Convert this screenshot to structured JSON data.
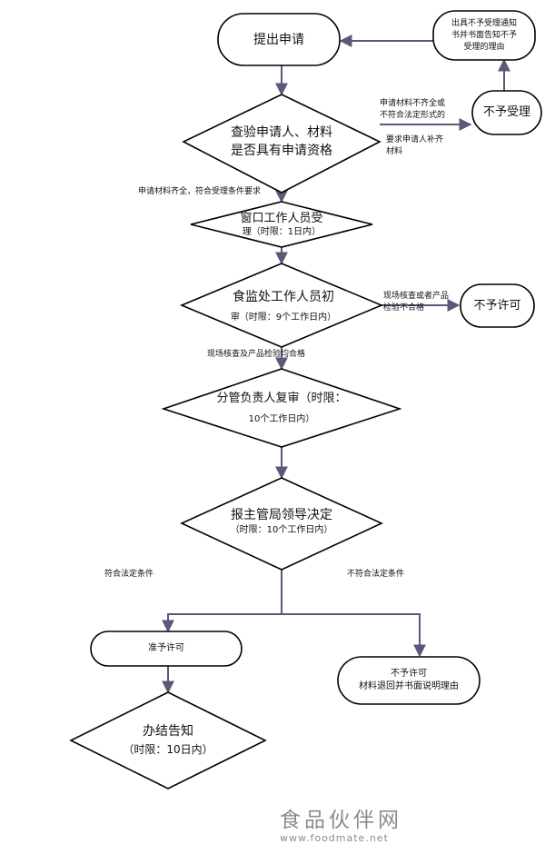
{
  "nodes": {
    "submit": "提出申请",
    "reject_notice": [
      "出具不予受理通知",
      "书并书面告知不予",
      "受理的理由"
    ],
    "no_accept": "不予受理",
    "check_line1": "查验申请人、材料",
    "check_line2": "是否具有申请资格",
    "window_line1": "窗口工作人员受",
    "window_line2": "理（时限：1日内）",
    "initial_line1": "食监处工作人员初",
    "initial_line2": "审（时限：9个工作日内）",
    "no_permit": "不予许可",
    "review_line1": "分管负责人复审（时限：",
    "review_line2": "10个工作日内）",
    "decision_line1": "报主管局领导决定",
    "decision_line2": "（时限：10个工作日内）",
    "grant": "准予许可",
    "deny_line1": "不予许可",
    "deny_line2": "材料退回并书面说明理由",
    "notify_line1": "办结告知",
    "notify_line2": "（时限：10日内）"
  },
  "edge_labels": {
    "incomplete_line1": "申请材料不齐全或",
    "incomplete_line2": "不符合法定形式的",
    "supplement_line1": "要求申请人补齐",
    "supplement_line2": "材料",
    "complete": "申请材料齐全，符合受理条件要求",
    "fail_line1": "现场核查或者产品",
    "fail_line2": "检验不合格",
    "pass": "现场核查及产品检验均合格",
    "meets": "符合法定条件",
    "not_meets": "不符合法定条件"
  },
  "watermark": {
    "name": "食品伙伴网",
    "url": "www.foodmate.net"
  }
}
